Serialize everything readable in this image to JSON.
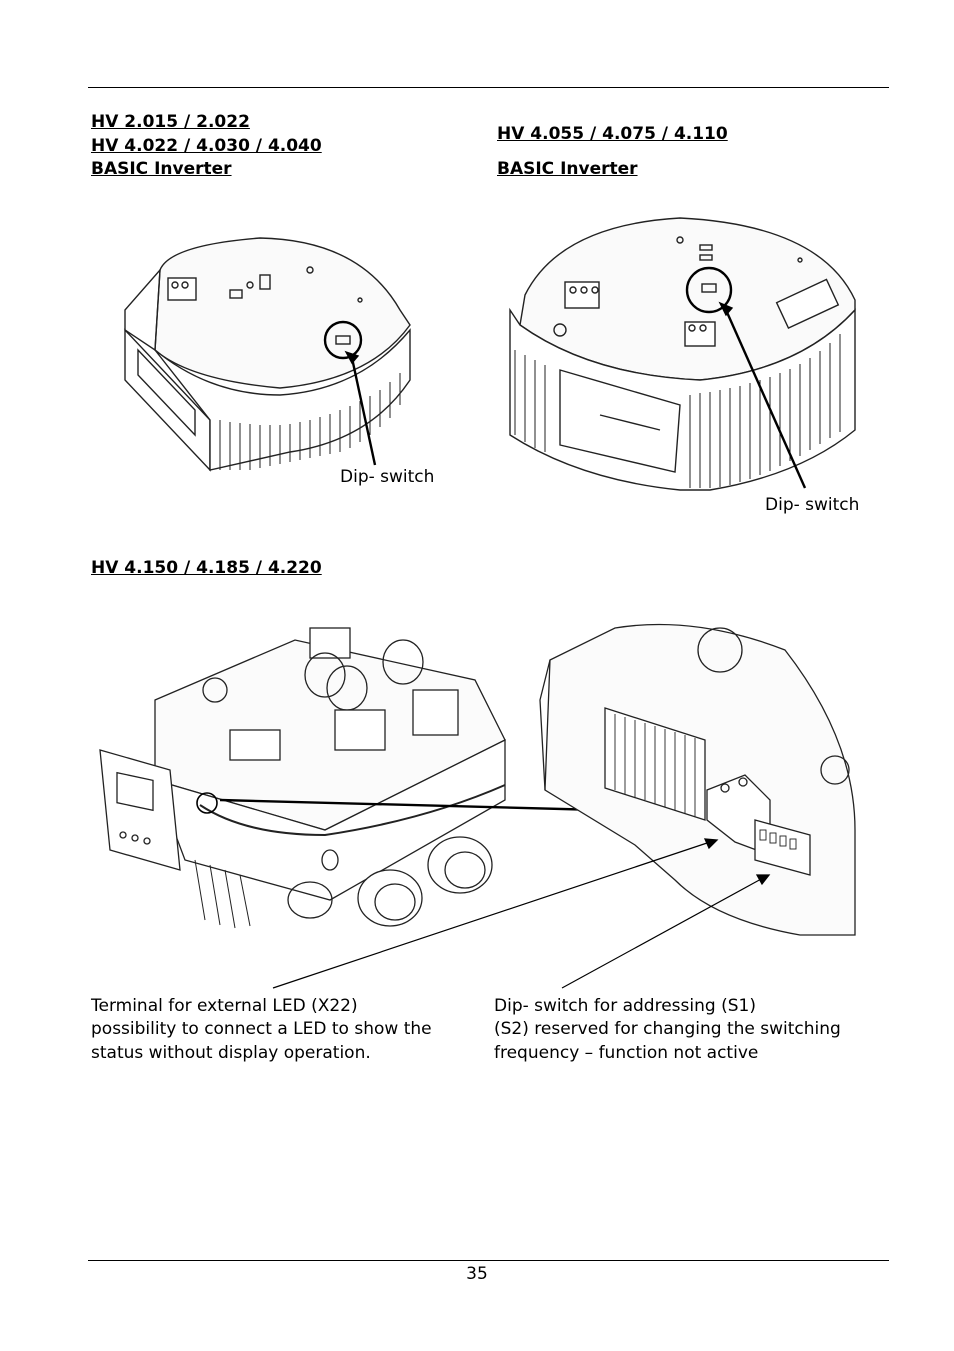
{
  "headings": {
    "left_top": [
      "HV 2.015 / 2.022",
      "HV 4.022 / 4.030 / 4.040",
      "BASIC Inverter"
    ],
    "right_top": [
      "HV 4.055 / 4.075 / 4.110",
      "BASIC Inverter"
    ],
    "bottom": "HV 4.150 / 4.185 / 4.220"
  },
  "labels": {
    "dip_left": "Dip- switch",
    "dip_right": "Dip- switch"
  },
  "captions": {
    "terminal": [
      "Terminal for external LED (X22)",
      "possibility to connect a LED to show the",
      "status without display operation."
    ],
    "dip": [
      "Dip- switch for addressing (S1)",
      "(S2) reserved for changing the switching",
      "frequency – function not active"
    ]
  },
  "page_number": "35"
}
